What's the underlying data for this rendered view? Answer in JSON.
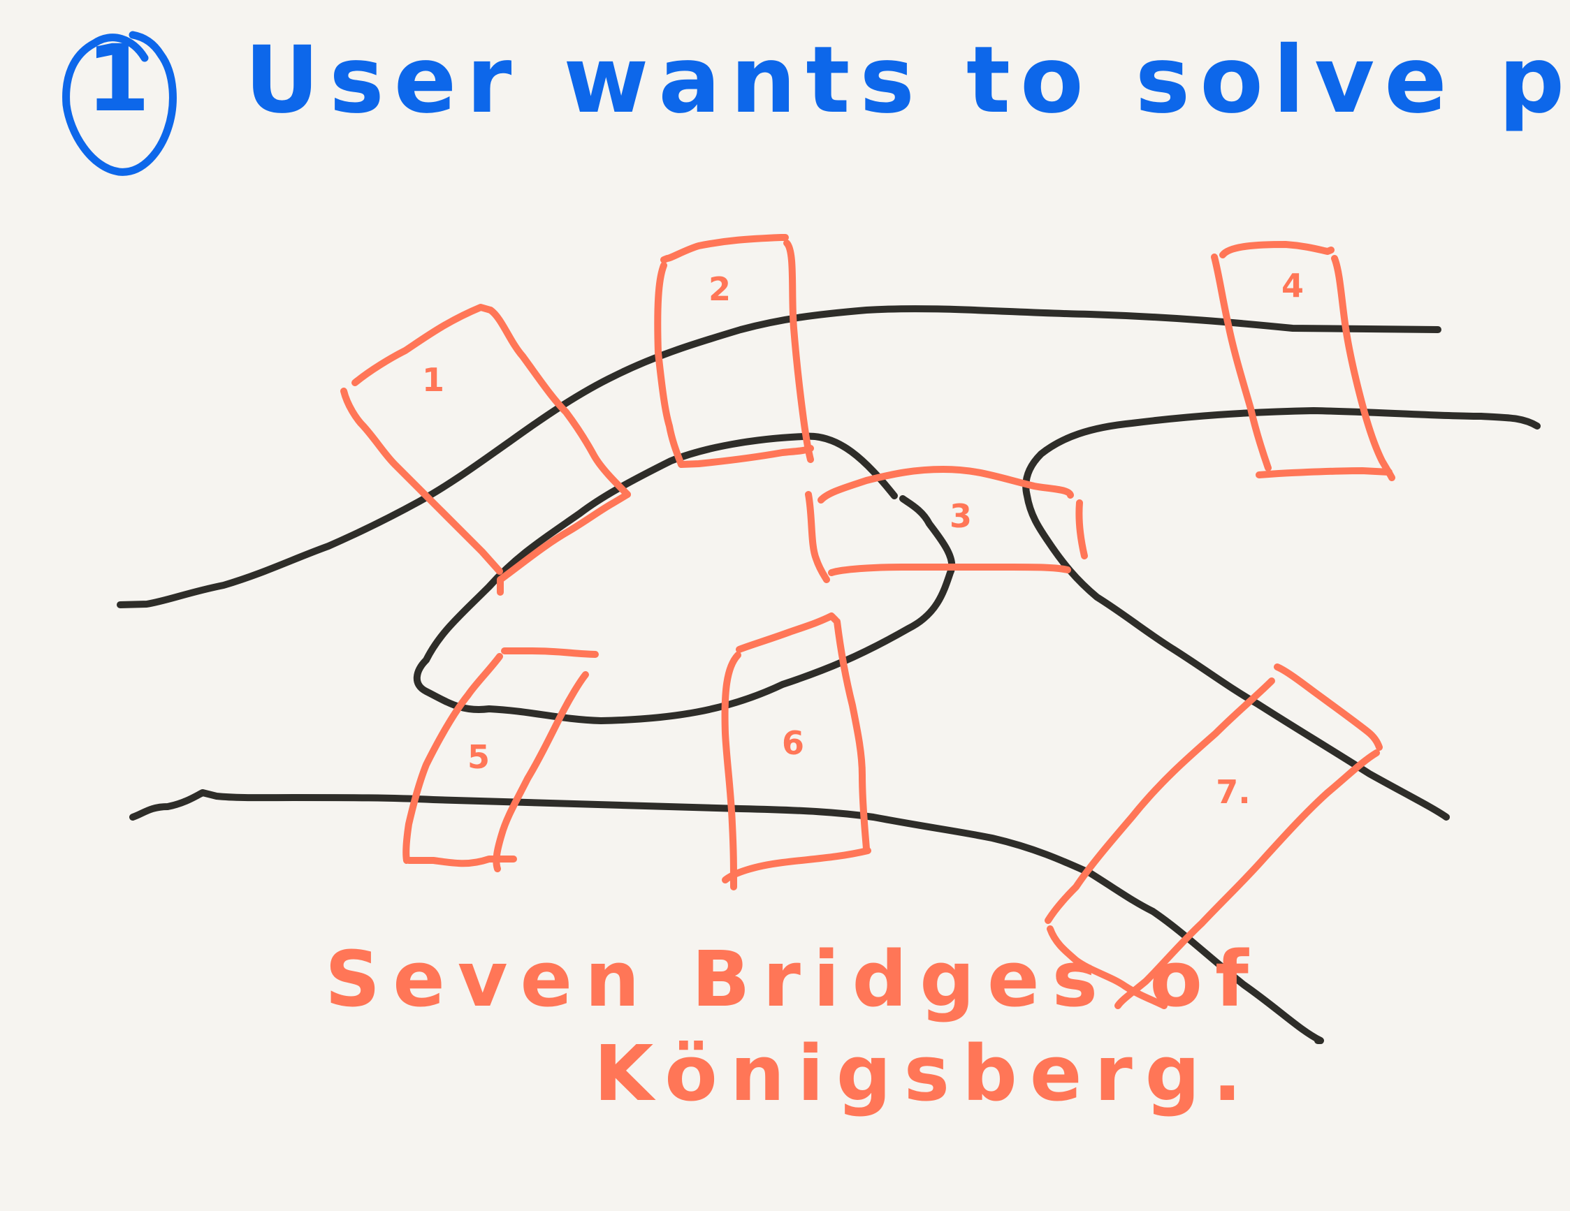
{
  "heading": {
    "step_number": "1",
    "text": "User wants to solve problem."
  },
  "caption": {
    "line1": "Seven Bridges of",
    "line2": "Königsberg."
  },
  "bridges": [
    {
      "label": "1"
    },
    {
      "label": "2"
    },
    {
      "label": "3"
    },
    {
      "label": "4"
    },
    {
      "label": "5"
    },
    {
      "label": "6"
    },
    {
      "label": "7."
    }
  ],
  "colors": {
    "background": "#f6f4f0",
    "heading_ink": "#0d67ea",
    "bridge_ink": "#ff7657",
    "river_ink": "#2e2d29"
  }
}
